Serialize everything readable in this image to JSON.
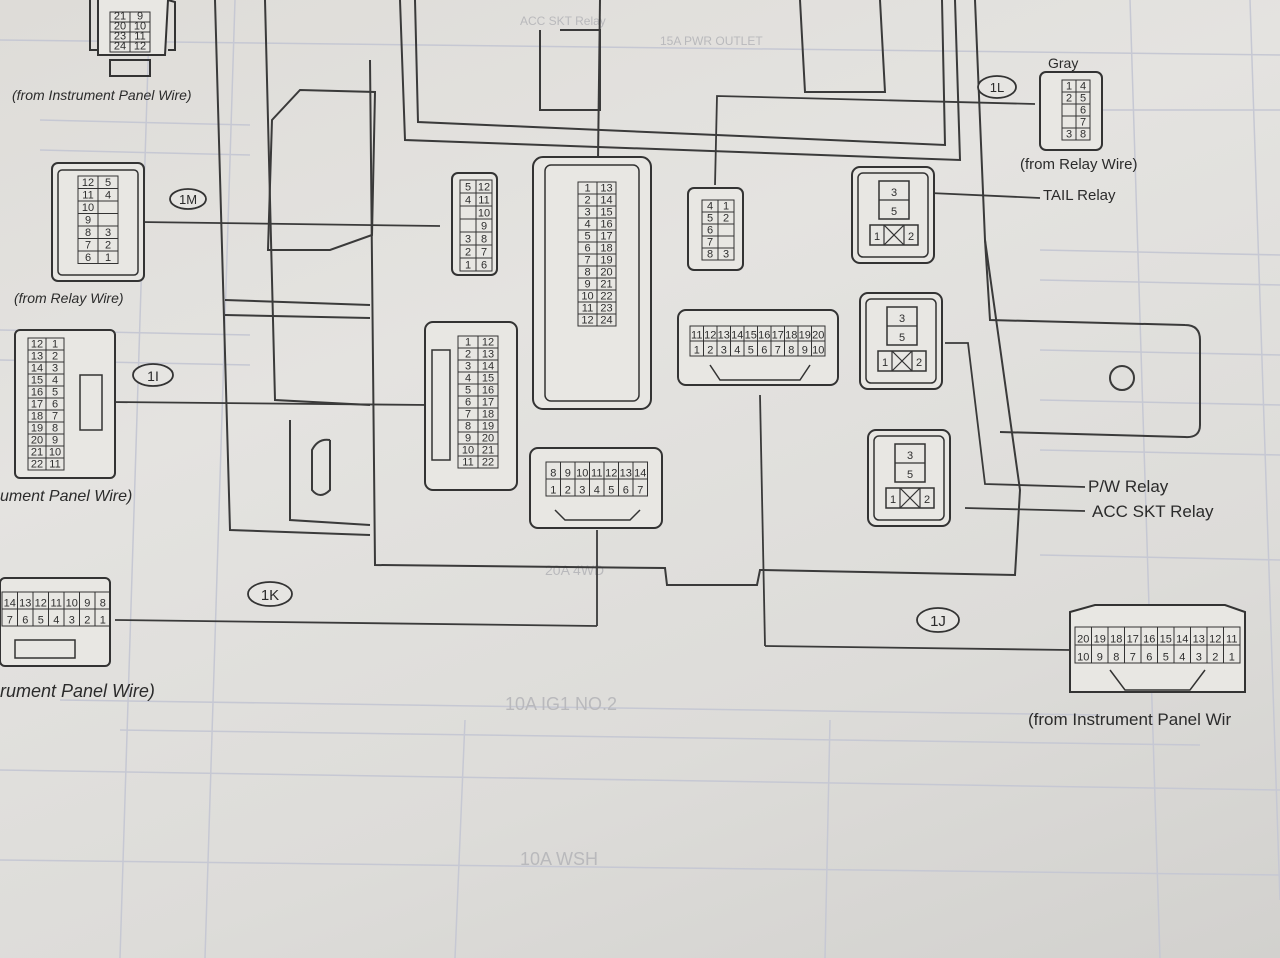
{
  "labels": {
    "from_instrument_top": "(from Instrument Panel Wire)",
    "from_relay_1m": "(from Relay Wire)",
    "from_instrument_1i": "ument Panel Wire)",
    "from_instrument_1k": "rument Panel Wire)",
    "from_instrument_1j": "(from Instrument Panel Wir",
    "from_relay_1l": "(from Relay Wire)",
    "gray": "Gray",
    "tail_relay": "TAIL Relay",
    "pw_relay": "P/W Relay",
    "acc_skt_relay": "ACC SKT Relay"
  },
  "connector_ids": {
    "c1m": "1M",
    "c1i": "1I",
    "c1k": "1K",
    "c1j": "1J",
    "c1l": "1L"
  },
  "ghost_text": {
    "g1": "10A IG1 NO.2",
    "g2": "10A WSH",
    "g3": "20A 4WD",
    "g4": "15A PWR OUTLET",
    "g5": "ACC SKT Relay"
  },
  "relays": {
    "pin3": "3",
    "pin5": "5",
    "pin1": "1",
    "pin2": "2"
  },
  "connectors": {
    "c1j_rows": [
      [
        "20",
        "19",
        "18",
        "17",
        "16",
        "15",
        "14",
        "13",
        "12",
        "11"
      ],
      [
        "10",
        "9",
        "8",
        "7",
        "6",
        "5",
        "4",
        "3",
        "2",
        "1"
      ]
    ],
    "c1k_rows": [
      [
        "14",
        "13",
        "12",
        "11",
        "10",
        "9",
        "8"
      ],
      [
        "7",
        "6",
        "5",
        "4",
        "3",
        "2",
        "1"
      ]
    ],
    "center_j_rows": [
      [
        "11",
        "12",
        "13",
        "14",
        "15",
        "16",
        "17",
        "18",
        "19",
        "20"
      ],
      [
        "1",
        "2",
        "3",
        "4",
        "5",
        "6",
        "7",
        "8",
        "9",
        "10"
      ]
    ],
    "center_k_rows": [
      [
        "8",
        "9",
        "10",
        "11",
        "12",
        "13",
        "14"
      ],
      [
        "1",
        "2",
        "3",
        "4",
        "5",
        "6",
        "7"
      ]
    ],
    "center_1m_pins": [
      [
        "5",
        "12"
      ],
      [
        "4",
        "11"
      ],
      [
        "",
        "10"
      ],
      [
        "",
        "9"
      ],
      [
        "3",
        "8"
      ],
      [
        "2",
        "7"
      ],
      [
        "1",
        "6"
      ]
    ],
    "center_24_pins": [
      [
        "1",
        "13"
      ],
      [
        "2",
        "14"
      ],
      [
        "3",
        "15"
      ],
      [
        "4",
        "16"
      ],
      [
        "5",
        "17"
      ],
      [
        "6",
        "18"
      ],
      [
        "7",
        "19"
      ],
      [
        "8",
        "20"
      ],
      [
        "9",
        "21"
      ],
      [
        "10",
        "22"
      ],
      [
        "11",
        "23"
      ],
      [
        "12",
        "24"
      ]
    ],
    "center_1i_pins": [
      [
        "1",
        "12"
      ],
      [
        "2",
        "13"
      ],
      [
        "3",
        "14"
      ],
      [
        "4",
        "15"
      ],
      [
        "5",
        "16"
      ],
      [
        "6",
        "17"
      ],
      [
        "7",
        "18"
      ],
      [
        "8",
        "19"
      ],
      [
        "9",
        "20"
      ],
      [
        "10",
        "21"
      ],
      [
        "11",
        "22"
      ]
    ],
    "center_1l_pins": [
      [
        "4",
        "1"
      ],
      [
        "5",
        "2"
      ],
      [
        "6",
        ""
      ],
      [
        "7",
        ""
      ],
      [
        "8",
        "3"
      ]
    ],
    "left_1m_pins": [
      [
        "12",
        "5"
      ],
      [
        "11",
        "4"
      ],
      [
        "10",
        ""
      ],
      [
        "9",
        ""
      ],
      [
        "8",
        "3"
      ],
      [
        "7",
        "2"
      ],
      [
        "6",
        "1"
      ]
    ],
    "left_1i_pins": [
      [
        "12",
        "1"
      ],
      [
        "13",
        "2"
      ],
      [
        "14",
        "3"
      ],
      [
        "15",
        "4"
      ],
      [
        "16",
        "5"
      ],
      [
        "17",
        "6"
      ],
      [
        "18",
        "7"
      ],
      [
        "19",
        "8"
      ],
      [
        "20",
        "9"
      ],
      [
        "21",
        "10"
      ],
      [
        "22",
        "11"
      ]
    ],
    "top_pins": [
      [
        "21",
        "9"
      ],
      [
        "20",
        "10"
      ],
      [
        "23",
        "11"
      ],
      [
        "24",
        "12"
      ]
    ],
    "gray_pins": [
      [
        "1",
        "4"
      ],
      [
        "2",
        "5"
      ],
      [
        "",
        "6"
      ],
      [
        "",
        "7"
      ],
      [
        "3",
        "8"
      ]
    ]
  }
}
